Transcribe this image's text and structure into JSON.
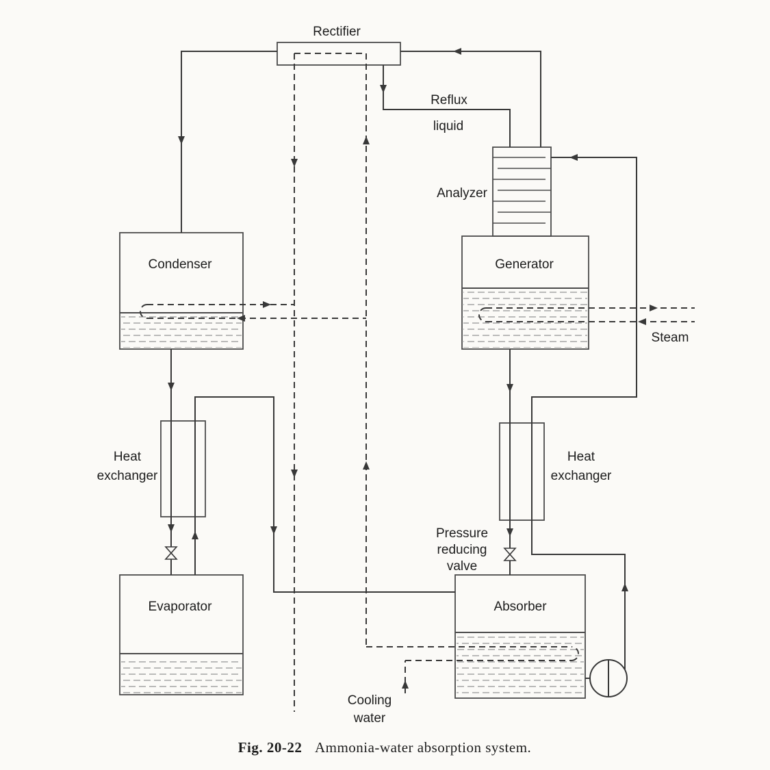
{
  "colors": {
    "line": "#383838",
    "box": "#4a4a4a",
    "hatch": "#8f8f8f",
    "text": "#1c1c1c",
    "page": "#fbfaf7"
  },
  "labels": {
    "rectifier": "Rectifier",
    "reflux": {
      "line1": "Reflux",
      "line2": "liquid"
    },
    "analyzer": "Analyzer",
    "generator": "Generator",
    "condenser": "Condenser",
    "steam": "Steam",
    "heat_exchanger_left": {
      "line1": "Heat",
      "line2": "exchanger"
    },
    "heat_exchanger_right": {
      "line1": "Heat",
      "line2": "exchanger"
    },
    "pressure_reducing_valve": {
      "line1": "Pressure",
      "line2": "reducing",
      "line3": "valve"
    },
    "evaporator": "Evaporator",
    "absorber": "Absorber",
    "cooling_water": {
      "line1": "Cooling",
      "line2": "water"
    }
  },
  "caption": {
    "figure": "Fig. 20-22",
    "text": "Ammonia-water absorption system."
  }
}
